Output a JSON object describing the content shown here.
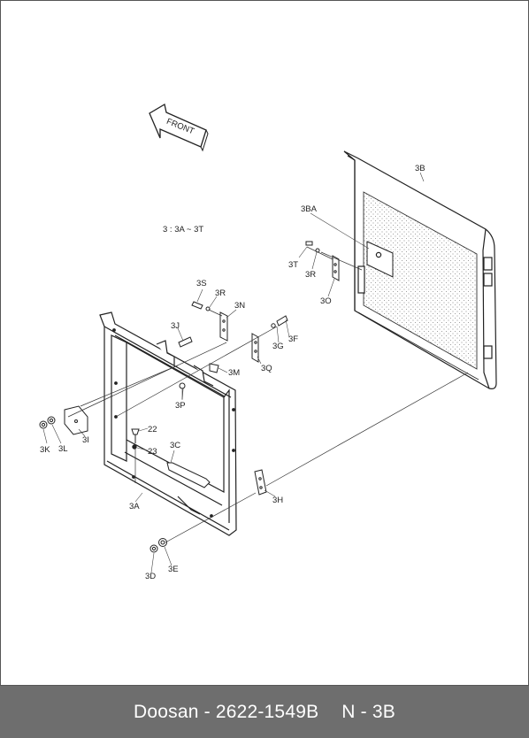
{
  "range_note": "3 : 3A ~ 3T",
  "front_label": "FRONT",
  "labels": {
    "p3B": "3B",
    "p3BA": "3BA",
    "p3T": "3T",
    "p3R_right": "3R",
    "p3O": "3O",
    "p3S": "3S",
    "p3R": "3R",
    "p3N": "3N",
    "p3J": "3J",
    "p3G": "3G",
    "p3F": "3F",
    "p3M": "3M",
    "p3Q": "3Q",
    "p3P": "3P",
    "p22": "22",
    "p23": "23",
    "p3C": "3C",
    "p3K": "3K",
    "p3L": "3L",
    "p3I": "3I",
    "p3A": "3A",
    "p3H": "3H",
    "p3D": "3D",
    "p3E": "3E"
  },
  "footer": {
    "brand_code": "Doosan - 2622-1549B",
    "page": "N - 3B"
  }
}
